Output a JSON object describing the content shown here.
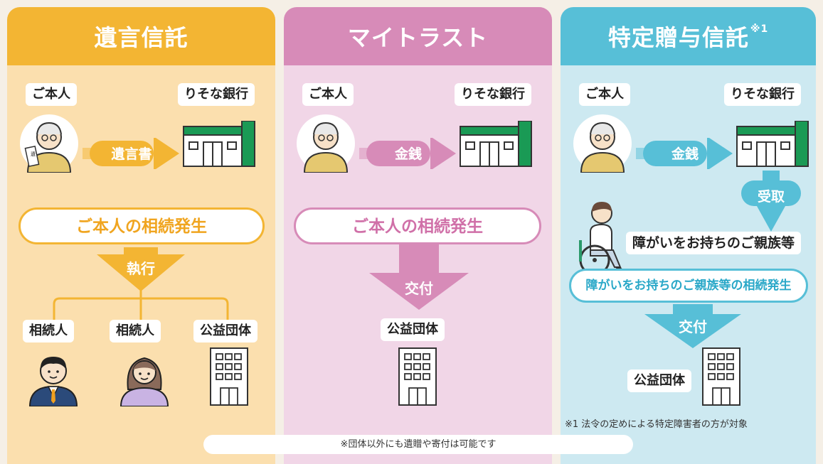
{
  "columns": [
    {
      "title": "遺言信託",
      "top_left_label": "ご本人",
      "top_right_label": "りそな銀行",
      "transfer_item": "遺言書",
      "trigger": "ご本人の相続発生",
      "action": "執行",
      "recipients": [
        "相続人",
        "相続人",
        "公益団体"
      ],
      "color": "#f3b533"
    },
    {
      "title": "マイトラスト",
      "top_left_label": "ご本人",
      "top_right_label": "りそな銀行",
      "transfer_item": "金銭",
      "trigger": "ご本人の相続発生",
      "action": "交付",
      "recipient": "公益団体",
      "color": "#d78bb8"
    },
    {
      "title": "特定贈与信託",
      "title_note": "※1",
      "top_left_label": "ご本人",
      "top_right_label": "りそな銀行",
      "transfer_item": "金銭",
      "receive": "受取",
      "beneficiary": "障がいをお持ちのご親族等",
      "trigger": "障がいをお持ちのご親族等の相続発生",
      "action": "交付",
      "recipient": "公益団体",
      "footnote": "※1 法令の定めによる特定障害者の方が対象",
      "color": "#57bfd7"
    }
  ],
  "bottom_note": "※団体以外にも遺贈や寄付は可能です"
}
